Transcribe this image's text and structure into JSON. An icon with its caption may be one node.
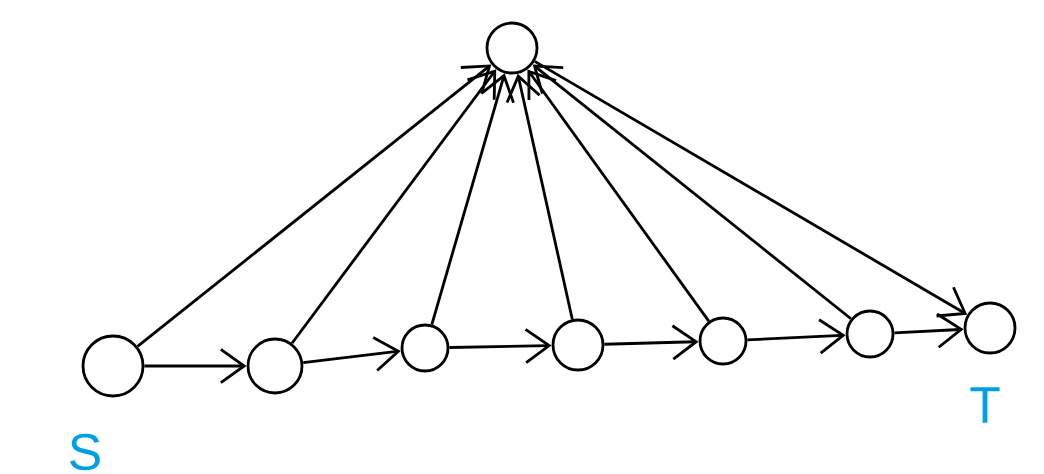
{
  "diagram": {
    "nodes": [
      {
        "text": [],
        "shape": "circle",
        "beside": [
          "S"
        ]
      },
      {
        "text": [],
        "shape": "circle"
      },
      {
        "text": [],
        "shape": "circle"
      },
      {
        "text": [],
        "shape": "circle"
      },
      {
        "text": [],
        "shape": "circle"
      },
      {
        "text": [],
        "shape": "circle"
      },
      {
        "text": [],
        "shape": "circle"
      },
      {
        "text": [],
        "shape": "circle",
        "beside": [
          "T"
        ]
      }
    ],
    "edges": [
      {
        "from": 0,
        "to": 1,
        "arrow": "to"
      },
      {
        "from": 1,
        "to": 2,
        "arrow": "to"
      },
      {
        "from": 2,
        "to": 4,
        "arrow": "to"
      },
      {
        "from": 4,
        "to": 5,
        "arrow": "to"
      },
      {
        "from": 5,
        "to": 6,
        "arrow": "to"
      },
      {
        "from": 6,
        "to": 7,
        "arrow": "to"
      },
      {
        "from": 0,
        "to": 3,
        "arrow": "to"
      },
      {
        "from": 1,
        "to": 3,
        "arrow": "to"
      },
      {
        "from": 2,
        "to": 3,
        "arrow": "to"
      },
      {
        "from": 4,
        "to": 3,
        "arrow": "to"
      },
      {
        "from": 5,
        "to": 3,
        "arrow": "to"
      },
      {
        "from": 6,
        "to": 3,
        "arrow": "to"
      },
      {
        "from": 3,
        "to": 7,
        "arrow": "to"
      }
    ]
  }
}
